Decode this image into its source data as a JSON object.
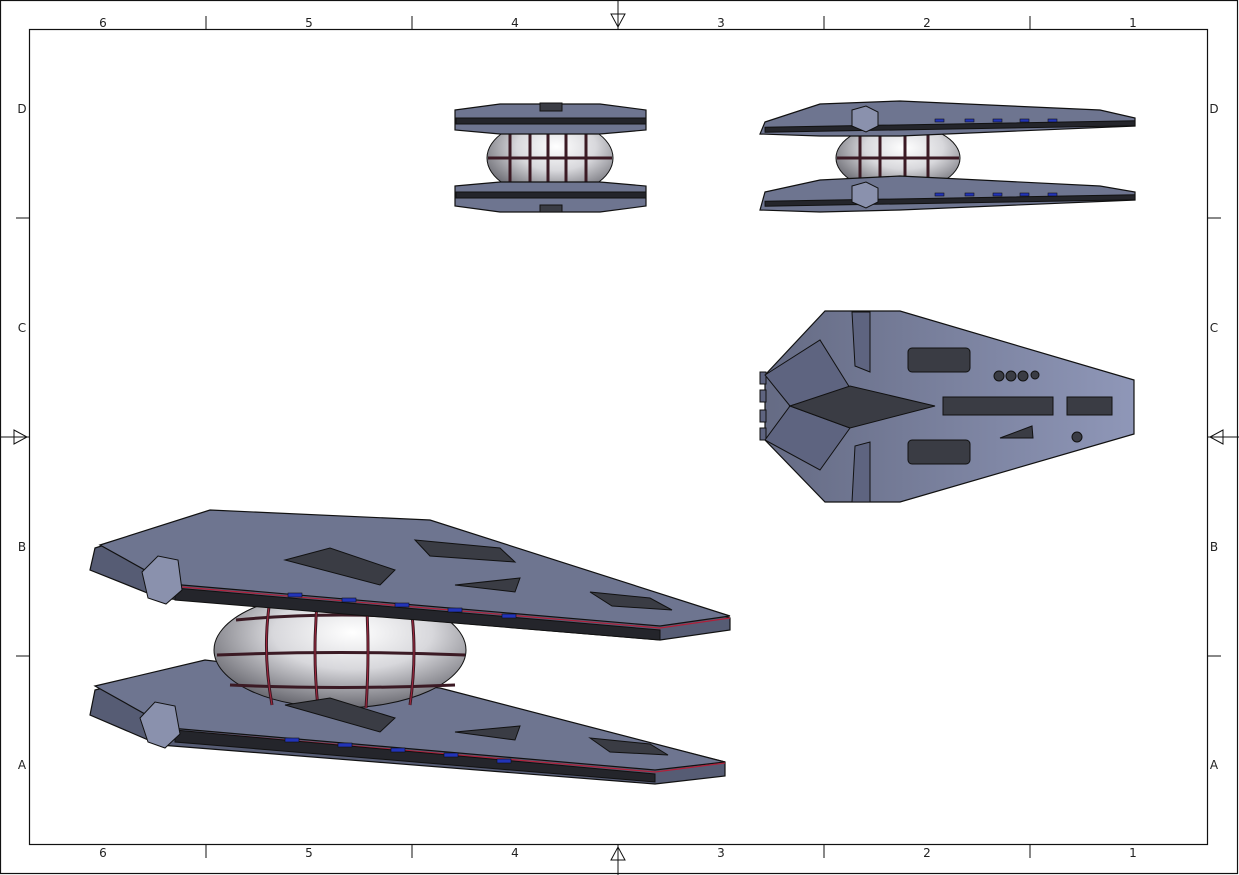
{
  "sheet": {
    "column_labels": [
      "6",
      "5",
      "4",
      "3",
      "2",
      "1"
    ],
    "row_labels": [
      "D",
      "C",
      "B",
      "A"
    ]
  },
  "colors": {
    "hull": "#6e7590",
    "hull_dark": "#565c74",
    "panel": "#3a3c44",
    "accent_red": "#b0203a",
    "light_blue": "#2234b8"
  }
}
